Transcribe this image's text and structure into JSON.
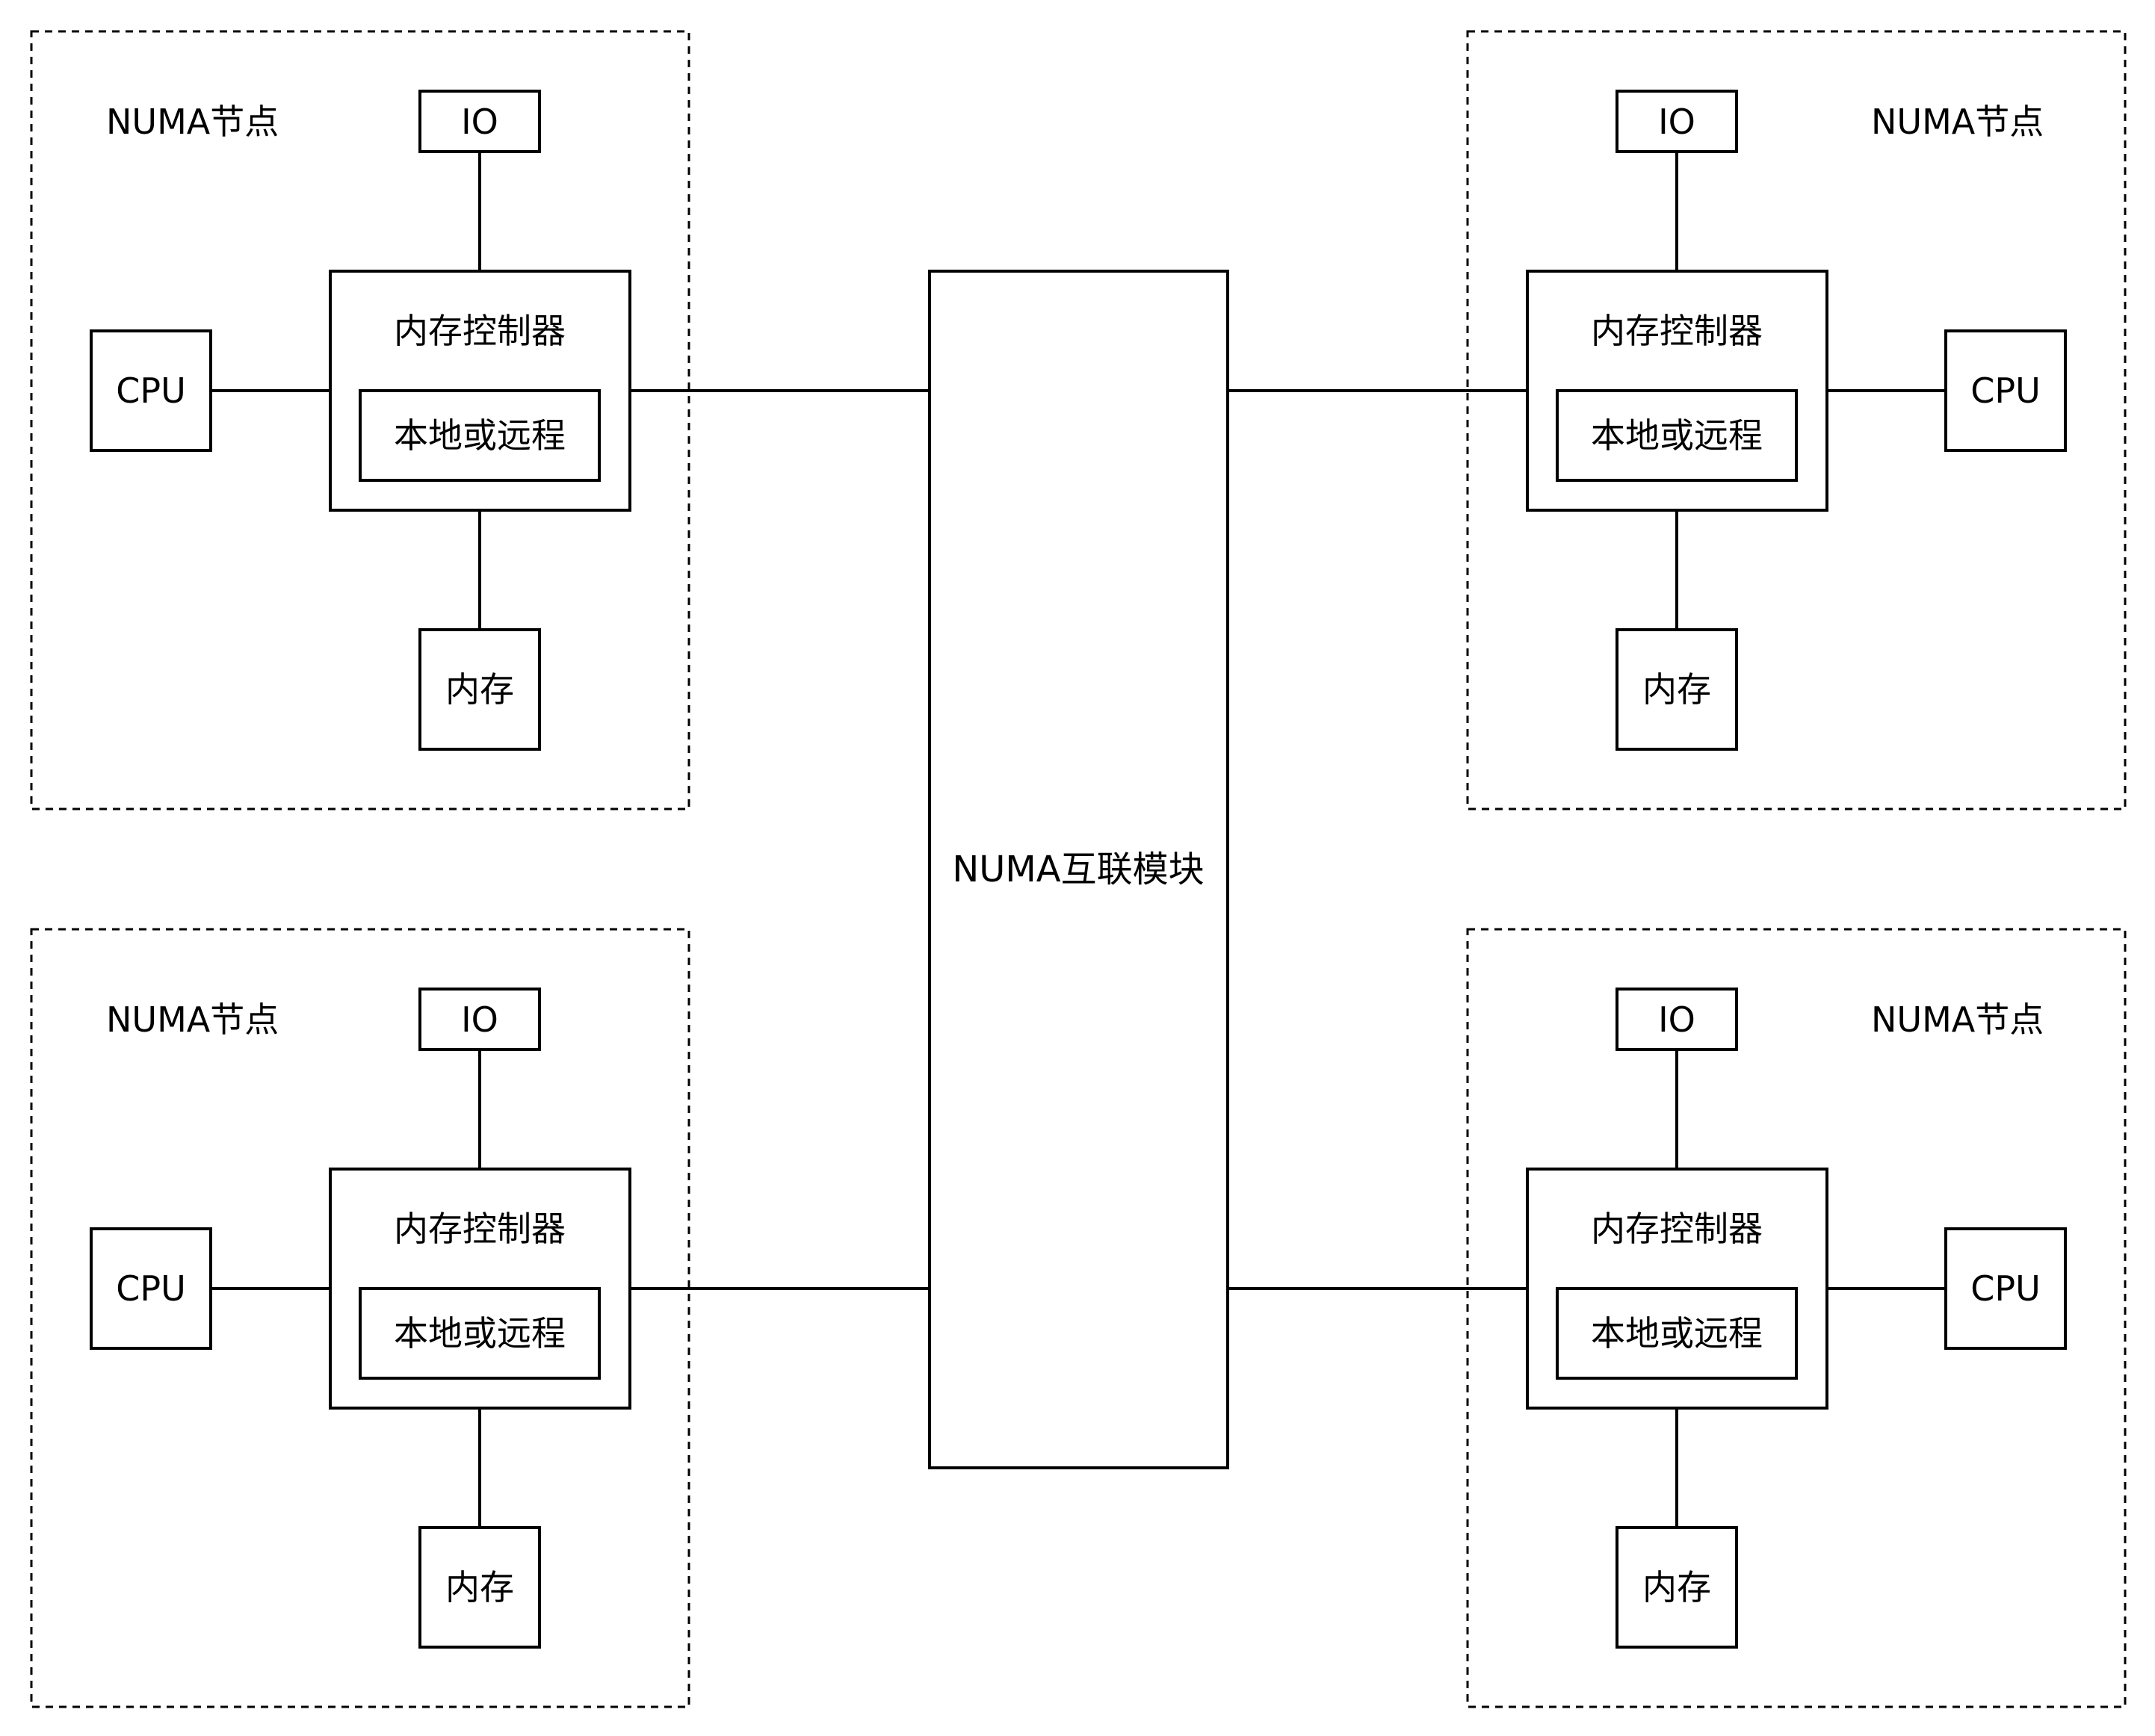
{
  "interconnect": {
    "label": "NUMA互联模块"
  },
  "nodes": [
    {
      "node_label": "NUMA节点",
      "io_label": "IO",
      "cpu_label": "CPU",
      "controller_label": "内存控制器",
      "access_label": "本地或远程",
      "memory_label": "内存"
    },
    {
      "node_label": "NUMA节点",
      "io_label": "IO",
      "cpu_label": "CPU",
      "controller_label": "内存控制器",
      "access_label": "本地或远程",
      "memory_label": "内存"
    },
    {
      "node_label": "NUMA节点",
      "io_label": "IO",
      "cpu_label": "CPU",
      "controller_label": "内存控制器",
      "access_label": "本地或远程",
      "memory_label": "内存"
    },
    {
      "node_label": "NUMA节点",
      "io_label": "IO",
      "cpu_label": "CPU",
      "controller_label": "内存控制器",
      "access_label": "本地或远程",
      "memory_label": "内存"
    }
  ]
}
